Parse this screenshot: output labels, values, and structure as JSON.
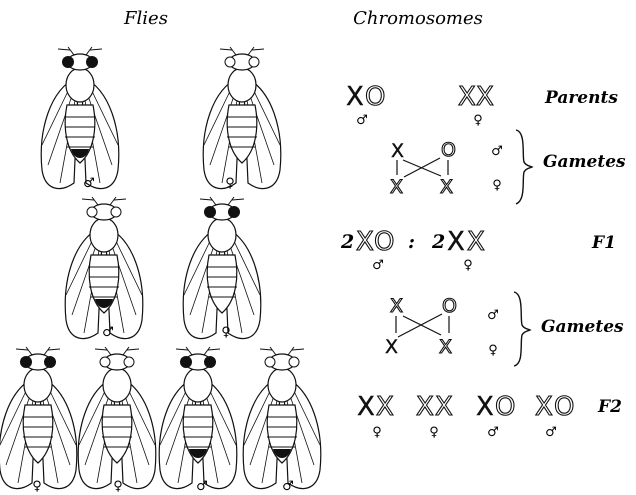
{
  "headers": {
    "flies": "Flies",
    "chromosomes": "Chromosomes"
  },
  "labels": {
    "parents": "Parents",
    "gametes": "Gametes",
    "f1": "F1",
    "f2": "F2"
  },
  "symbols": {
    "male": "♂",
    "female": "♀"
  },
  "chromosomes": {
    "x": "X",
    "o": "O",
    "ratio_coef": "2",
    "colon": ":"
  },
  "flies": [
    {
      "row": 1,
      "sex": "male",
      "eye": "dark"
    },
    {
      "row": 1,
      "sex": "female",
      "eye": "light"
    },
    {
      "row": 2,
      "sex": "male",
      "eye": "light"
    },
    {
      "row": 2,
      "sex": "female",
      "eye": "dark"
    },
    {
      "row": 3,
      "sex": "female",
      "eye": "dark"
    },
    {
      "row": 3,
      "sex": "female",
      "eye": "light"
    },
    {
      "row": 3,
      "sex": "male",
      "eye": "dark"
    },
    {
      "row": 3,
      "sex": "male",
      "eye": "light"
    }
  ]
}
